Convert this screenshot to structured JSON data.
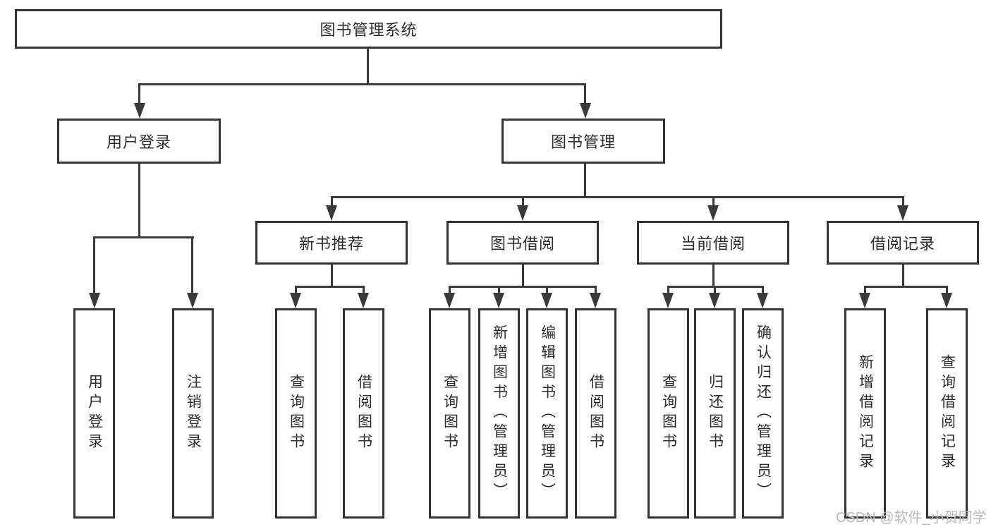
{
  "diagram_type": "hierarchy-tree",
  "tree": {
    "label": "图书管理系统",
    "children": [
      {
        "label": "用户登录",
        "children": [
          {
            "label": "用户登录"
          },
          {
            "label": "注销登录"
          }
        ]
      },
      {
        "label": "图书管理",
        "children": [
          {
            "label": "新书推荐",
            "children": [
              {
                "label": "查询图书"
              },
              {
                "label": "借阅图书"
              }
            ]
          },
          {
            "label": "图书借阅",
            "children": [
              {
                "label": "查询图书"
              },
              {
                "label": "新增图书（管理员）"
              },
              {
                "label": "编辑图书（管理员）"
              },
              {
                "label": "借阅图书"
              }
            ]
          },
          {
            "label": "当前借阅",
            "children": [
              {
                "label": "查询图书"
              },
              {
                "label": "归还图书"
              },
              {
                "label": "确认归还（管理员）"
              }
            ]
          },
          {
            "label": "借阅记录",
            "children": [
              {
                "label": "新增借阅记录"
              },
              {
                "label": "查询借阅记录"
              }
            ]
          }
        ]
      }
    ]
  },
  "watermark": {
    "text": "CSDN @软件_小贺同学"
  },
  "colors": {
    "line": "#3a3a3a",
    "box_border": "#333333",
    "box_background": "#ffffff",
    "text": "#2d2d2d",
    "watermark": "#b9b9b9",
    "page_background": "#ffffff"
  }
}
